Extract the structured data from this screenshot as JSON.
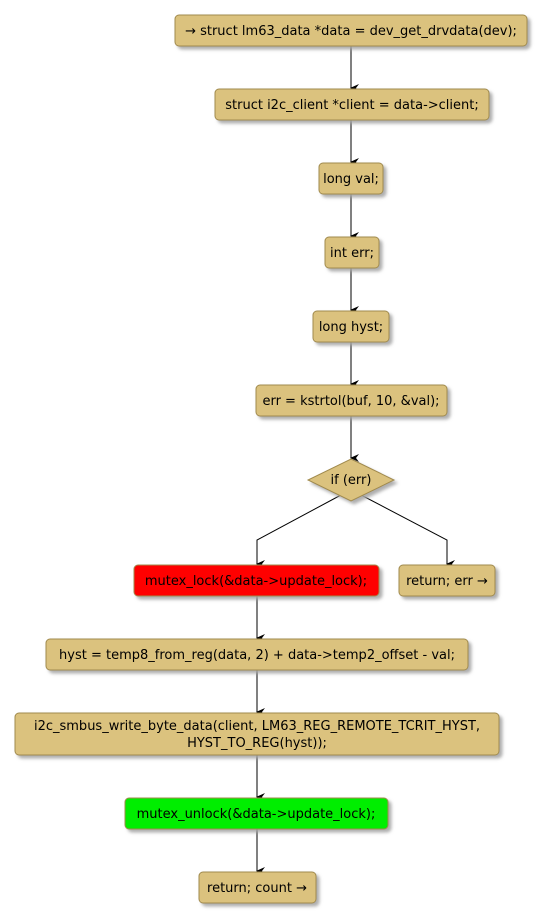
{
  "diagram": {
    "colors": {
      "node_fill": "#dbc27e",
      "node_stroke": "#a08a4d",
      "lock_fill": "#ff0000",
      "unlock_fill": "#00ee00",
      "edge": "#000000",
      "shadow": "#a5a5a5"
    },
    "nodes": {
      "n1": "→ struct lm63_data *data = dev_get_drvdata(dev);",
      "n2": "struct i2c_client *client = data->client;",
      "n3": "long val;",
      "n4": "int err;",
      "n5": "long hyst;",
      "n6": "err = kstrtol(buf, 10, &val);",
      "decision": "if (err)",
      "lock": "mutex_lock(&data->update_lock);",
      "ret_err": "return; err →",
      "hyst_calc": "hyst = temp8_from_reg(data, 2) + data->temp2_offset - val;",
      "write_line1": "i2c_smbus_write_byte_data(client, LM63_REG_REMOTE_TCRIT_HYST,",
      "write_line2": "HYST_TO_REG(hyst));",
      "unlock": "mutex_unlock(&data->update_lock);",
      "ret_count": "return; count →"
    }
  }
}
